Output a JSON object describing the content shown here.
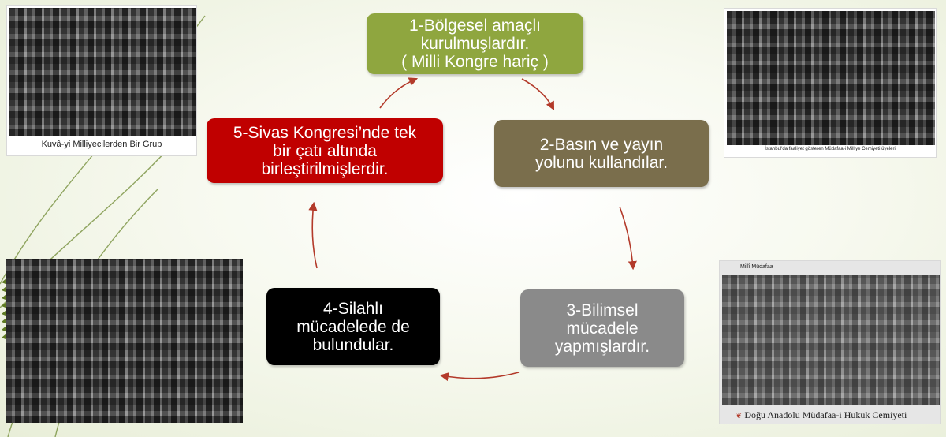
{
  "diagram": {
    "boxes": [
      {
        "id": "box-1",
        "text": "1-Bölgesel amaçlı\nkurulmuşlardır.\n( Milli Kongre hariç )",
        "color": "#8fa63f"
      },
      {
        "id": "box-2",
        "text": "2-Basın ve yayın\nyolunu kullandılar.",
        "color": "#7a6e4c"
      },
      {
        "id": "box-3",
        "text": "3-Bilimsel\nmücadele\nyapmışlardır.",
        "color": "#8a8a8a"
      },
      {
        "id": "box-4",
        "text": "4-Silahlı\nmücadelede de\nbulundular.",
        "color": "#000000"
      },
      {
        "id": "box-5",
        "text": "5-Sivas Kongresi’nde tek\nbir çatı altında\nbirleştirilmişlerdir.",
        "color": "#c00000"
      }
    ],
    "arrow_color": "#b33a2a"
  },
  "photos": {
    "top_left_caption": "Kuvâ-yi Milliyecilerden Bir Grup",
    "top_right_caption": "İstanbul'da faaliyet gösteren Müdafaa-i Milliye Cemiyeti üyeleri",
    "bottom_right_caption": "Doğu Anadolu Müdafaa-i Hukuk Cemiyeti",
    "bottom_right_inset": "Millî Müdafaa"
  },
  "decor": {
    "leaf_color": "#5e7a22"
  }
}
